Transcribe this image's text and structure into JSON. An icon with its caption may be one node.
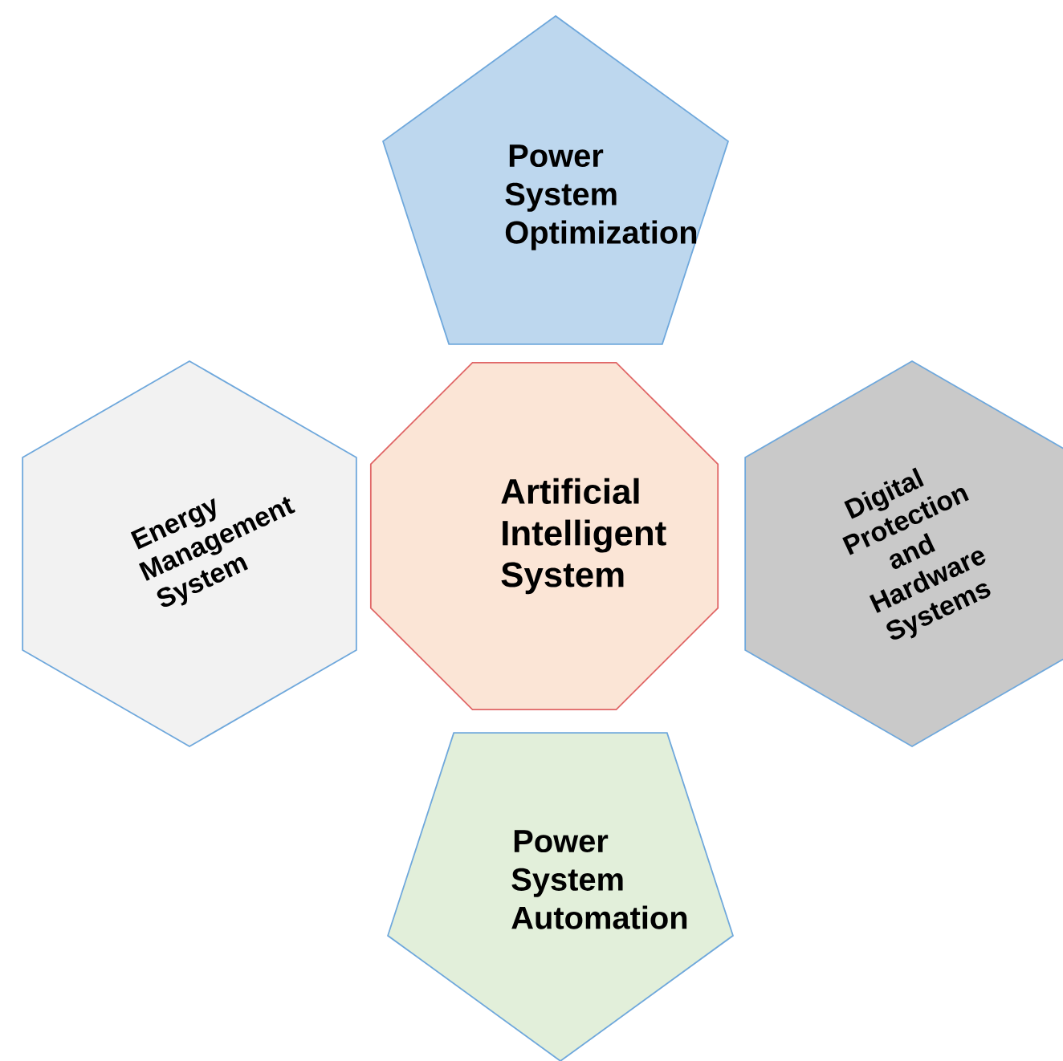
{
  "diagram": {
    "nodes": [
      {
        "text": [
          "Power System Optimization"
        ]
      },
      {
        "text": [
          "Energy Management System"
        ]
      },
      {
        "text": [
          "Artificial Intelligent System"
        ]
      },
      {
        "text": [
          "Digital Protection and Hardware Systems"
        ]
      },
      {
        "text": [
          "Power System Automation"
        ]
      }
    ]
  }
}
